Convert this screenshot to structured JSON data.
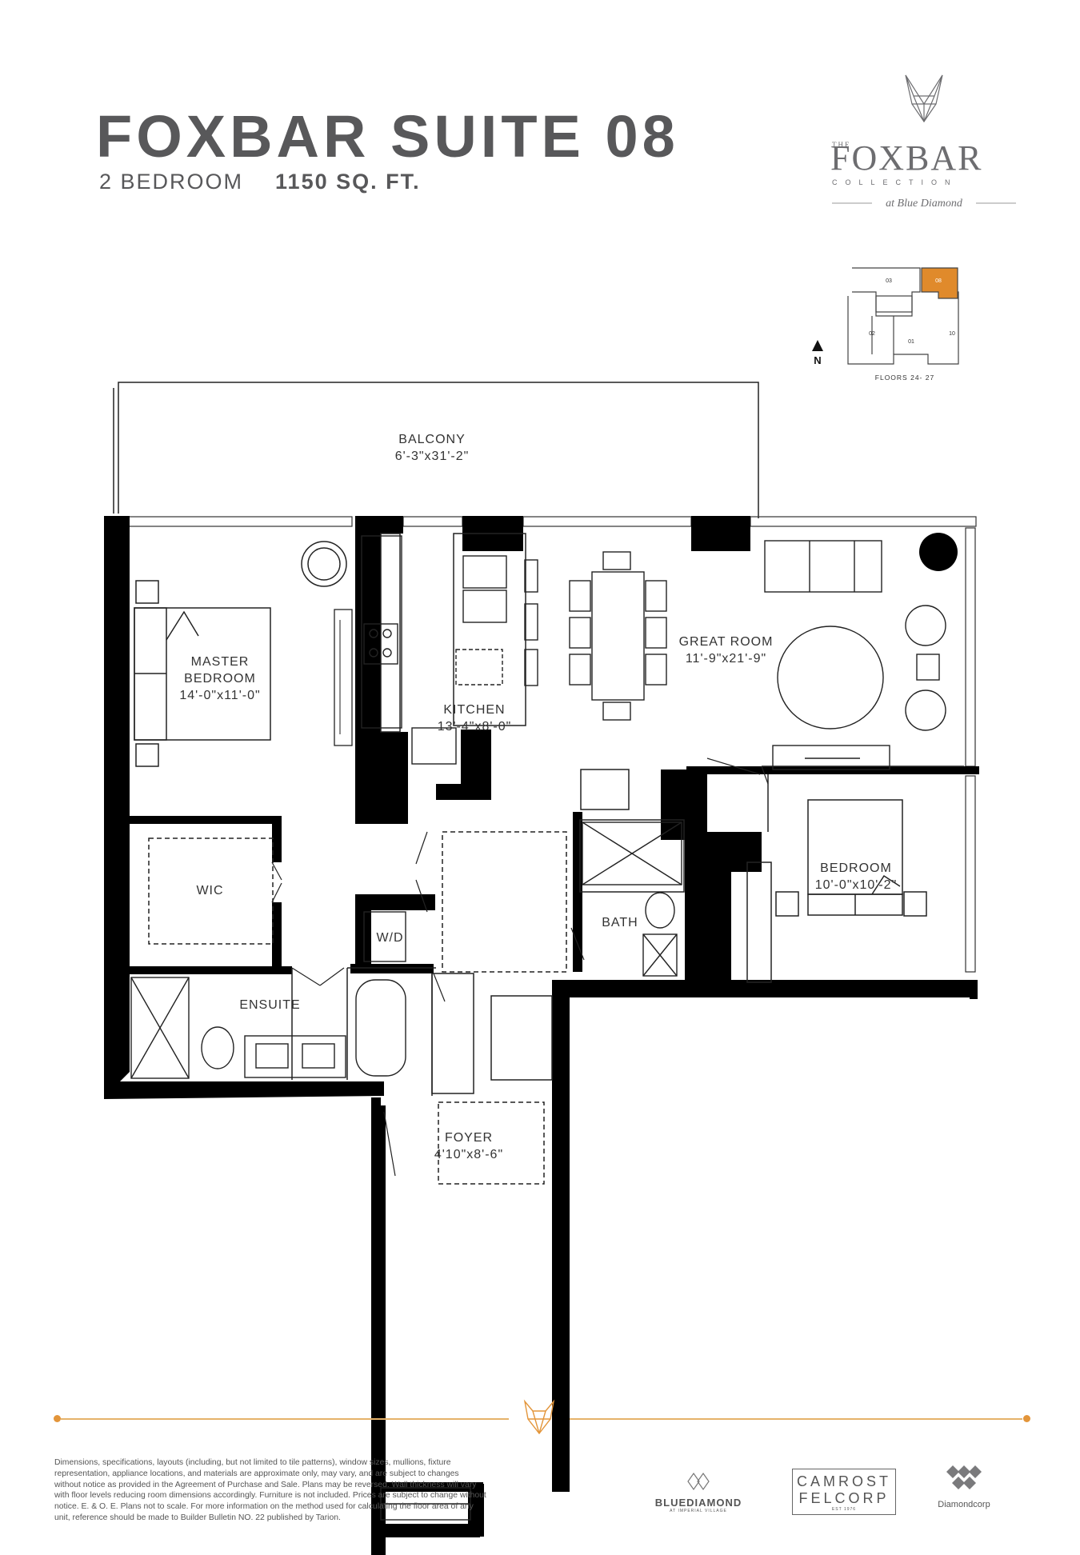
{
  "header": {
    "title": "FOXBAR SUITE 08",
    "bedrooms": "2 BEDROOM",
    "area": "1150 SQ. FT."
  },
  "logo": {
    "the": "THE",
    "name": "FOXBAR",
    "collection": "COLLECTION",
    "tagline": "at Blue Diamond"
  },
  "keyplan": {
    "units": [
      "03",
      "08",
      "02",
      "01",
      "10"
    ],
    "highlight_unit": "08",
    "highlight_color": "#e08a2b",
    "north": "N",
    "caption": "FLOORS 24- 27"
  },
  "rooms": {
    "balcony": {
      "name": "BALCONY",
      "dims": "6'-3\"x31'-2\""
    },
    "master": {
      "name": "MASTER\nBEDROOM",
      "dims": "14'-0\"x11'-0\""
    },
    "kitchen": {
      "name": "KITCHEN",
      "dims": "13'-4\"x8'-0\""
    },
    "great_room": {
      "name": "GREAT ROOM",
      "dims": "11'-9\"x21'-9\""
    },
    "bedroom": {
      "name": "BEDROOM",
      "dims": "10'-0\"x10'-2\""
    },
    "wic": {
      "name": "WIC"
    },
    "wd": {
      "name": "W/D"
    },
    "bath": {
      "name": "BATH"
    },
    "ensuite": {
      "name": "ENSUITE"
    },
    "foyer": {
      "name": "FOYER",
      "dims": "4'10\"x8'-6\""
    }
  },
  "footer": {
    "disclaimer": "Dimensions, specifications, layouts (including, but not limited to tile patterns), window sizes, mullions, fixture representation, appliance locations, and materials are approximate only, may vary, and are subject to changes without notice as provided in the Agreement of Purchase and Sale. Plans may be reversed. Wall thickness will vary with floor levels reducing room dimensions accordingly. Furniture is not included. Prices are subject to change without notice. E. & O. E. Plans not to scale. For more information on the method used for calculating the floor area of any unit, reference should be made to Builder Bulletin NO. 22 published by Tarion.",
    "brand1": "BLUEDIAMOND",
    "brand1_sub": "AT IMPERIAL VILLAGE",
    "brand2_line1": "CAMROST",
    "brand2_line2": "FELCORP",
    "brand2_sub": "EST 1976",
    "brand3": "Diamondcorp"
  },
  "colors": {
    "accent": "#e3953a",
    "wall": "#000000",
    "text": "#58585a"
  }
}
